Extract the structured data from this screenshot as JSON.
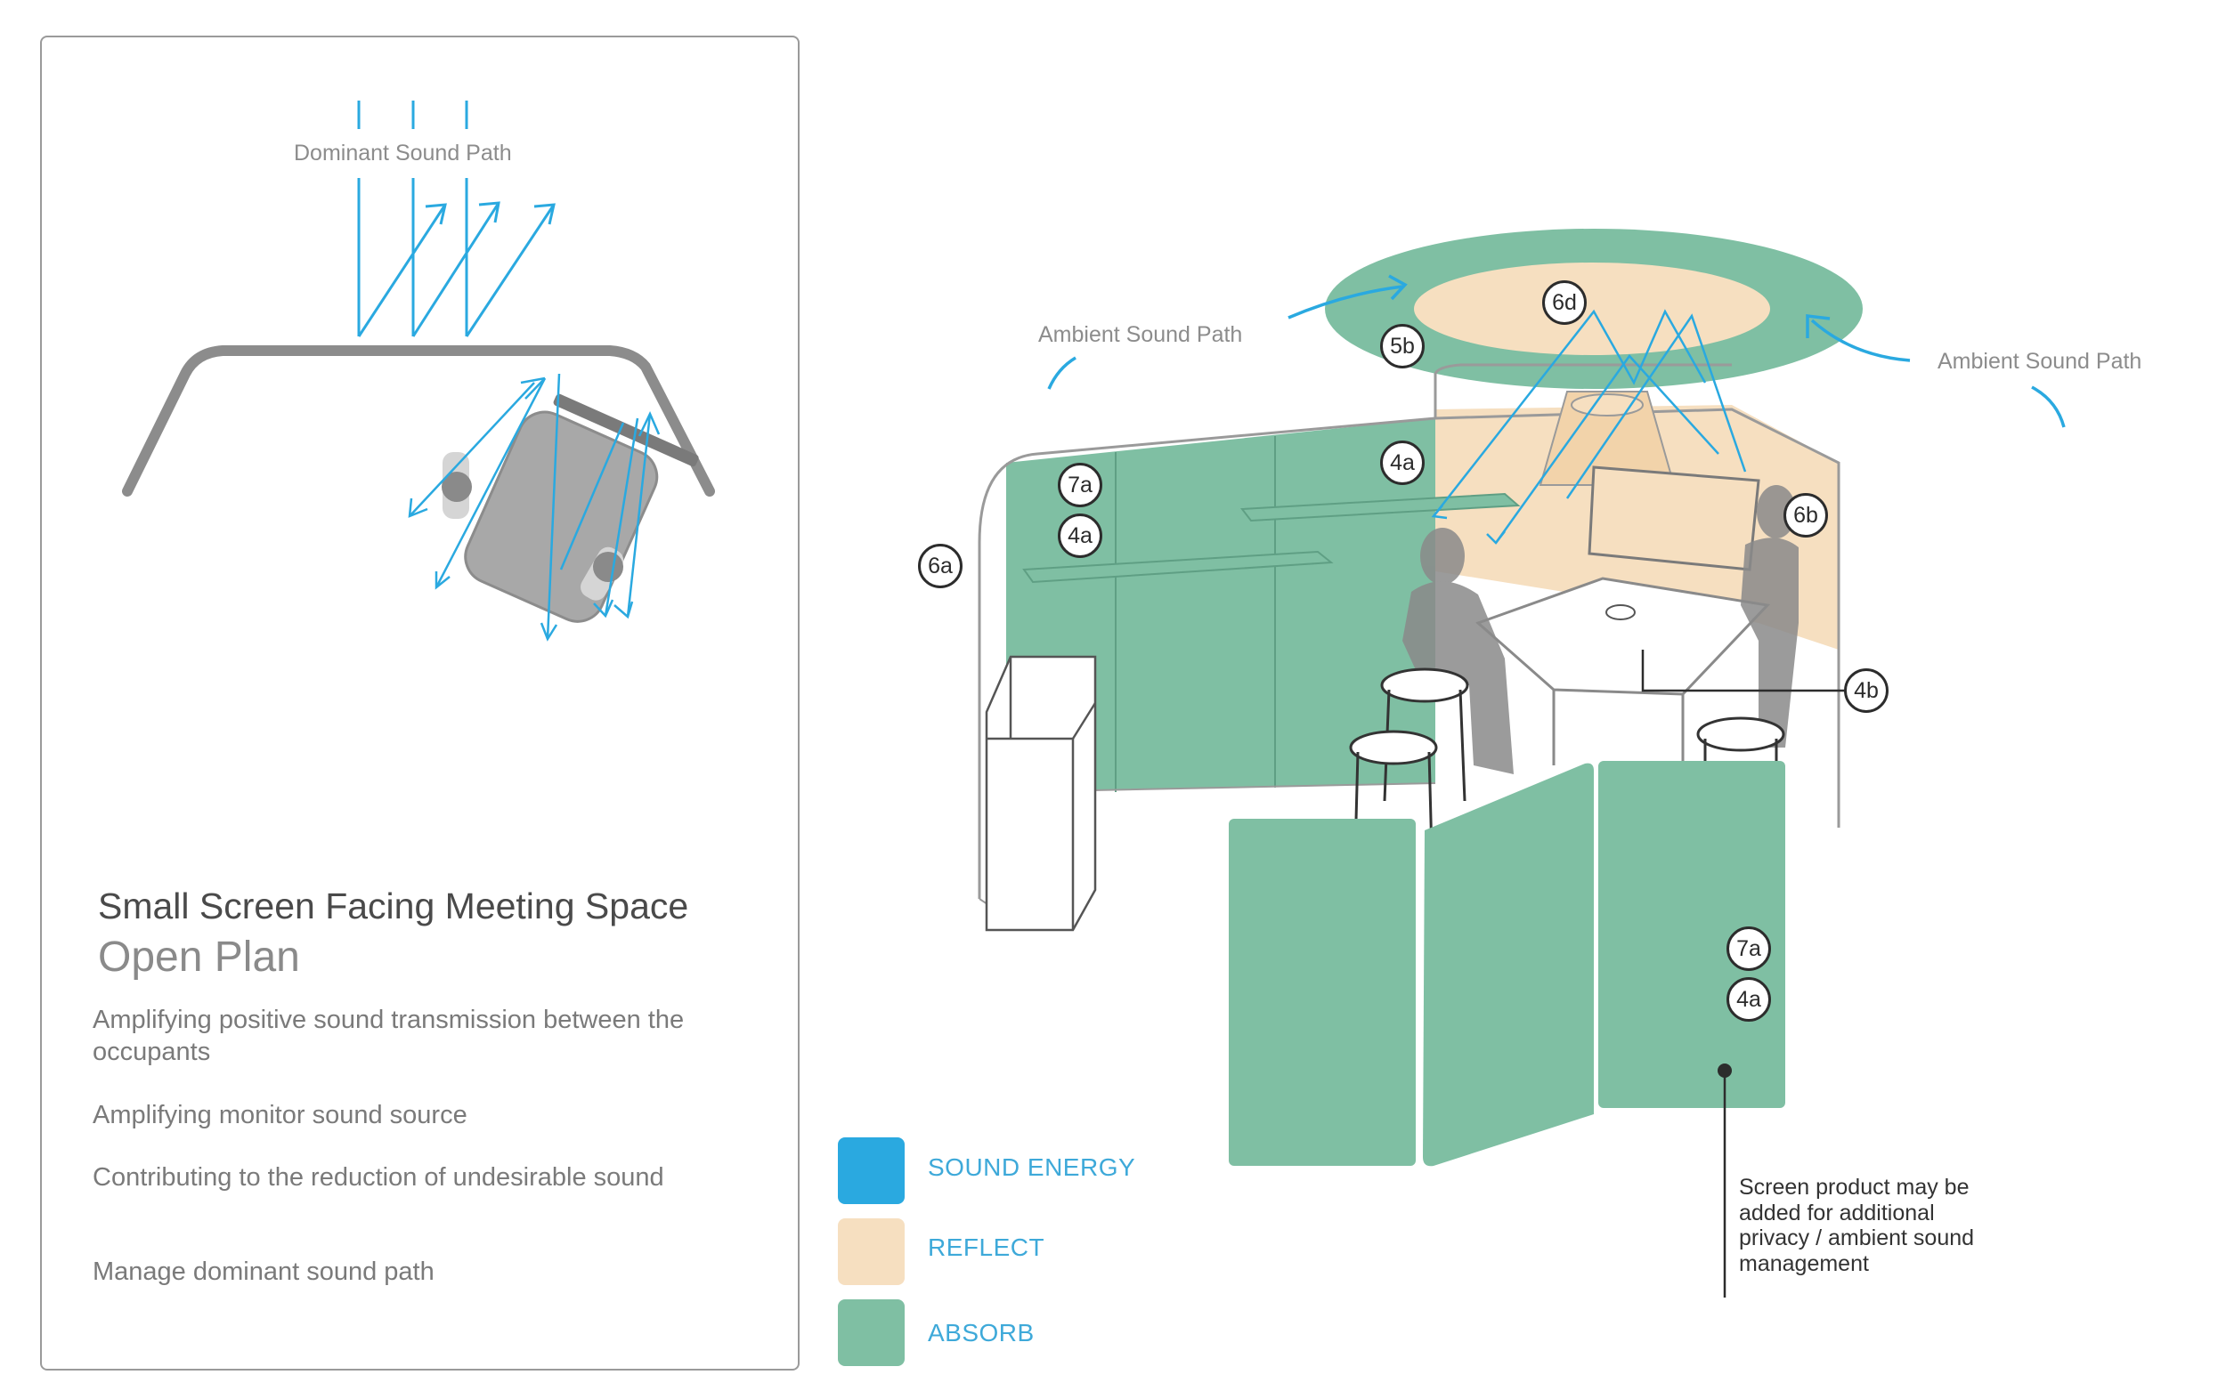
{
  "plan": {
    "dominant_path_label": "Dominant Sound Path",
    "title": "Small Screen Facing Meeting Space",
    "subtitle": "Open Plan",
    "points": [
      "Amplifying positive sound transmission between the occupants",
      "Amplifying monitor sound source",
      "Contributing to the reduction of undesirable sound",
      "Manage dominant sound path"
    ]
  },
  "diagram": {
    "ambient_label_left": "Ambient Sound Path",
    "ambient_label_right": "Ambient Sound Path",
    "badges": {
      "b6d": "6d",
      "b5b": "5b",
      "b4a_top": "4a",
      "b7a_left": "7a",
      "b4a_left": "4a",
      "b6a": "6a",
      "b6b": "6b",
      "b4b": "4b",
      "b7a_screen": "7a",
      "b4a_screen": "4a"
    },
    "screen_note": "Screen product may be added for additional privacy / ambient sound management"
  },
  "legend": [
    {
      "label": "SOUND ENERGY",
      "color": "#2aa9e0"
    },
    {
      "label": "REFLECT",
      "color": "#f6dfc0"
    },
    {
      "label": "ABSORB",
      "color": "#7fbfa3"
    }
  ]
}
